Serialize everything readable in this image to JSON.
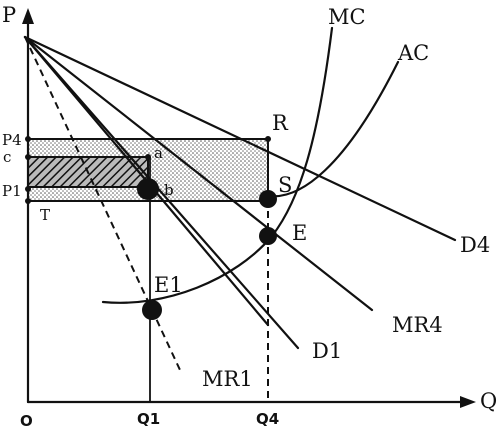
{
  "axes": {
    "y_label": "P",
    "x_label": "Q",
    "origin_label": "O"
  },
  "curves": {
    "mc": "MC",
    "ac": "AC",
    "d4": "D4",
    "mr4": "MR4",
    "d1": "D1",
    "mr1": "MR1"
  },
  "price_labels": {
    "p4": "P4",
    "c": "c",
    "p1": "P1",
    "t": "T"
  },
  "quantity_labels": {
    "q1": "Q1",
    "q4": "Q4"
  },
  "points": {
    "r": "R",
    "s": "S",
    "e": "E",
    "e1": "E1",
    "a": "a",
    "b": "b"
  }
}
